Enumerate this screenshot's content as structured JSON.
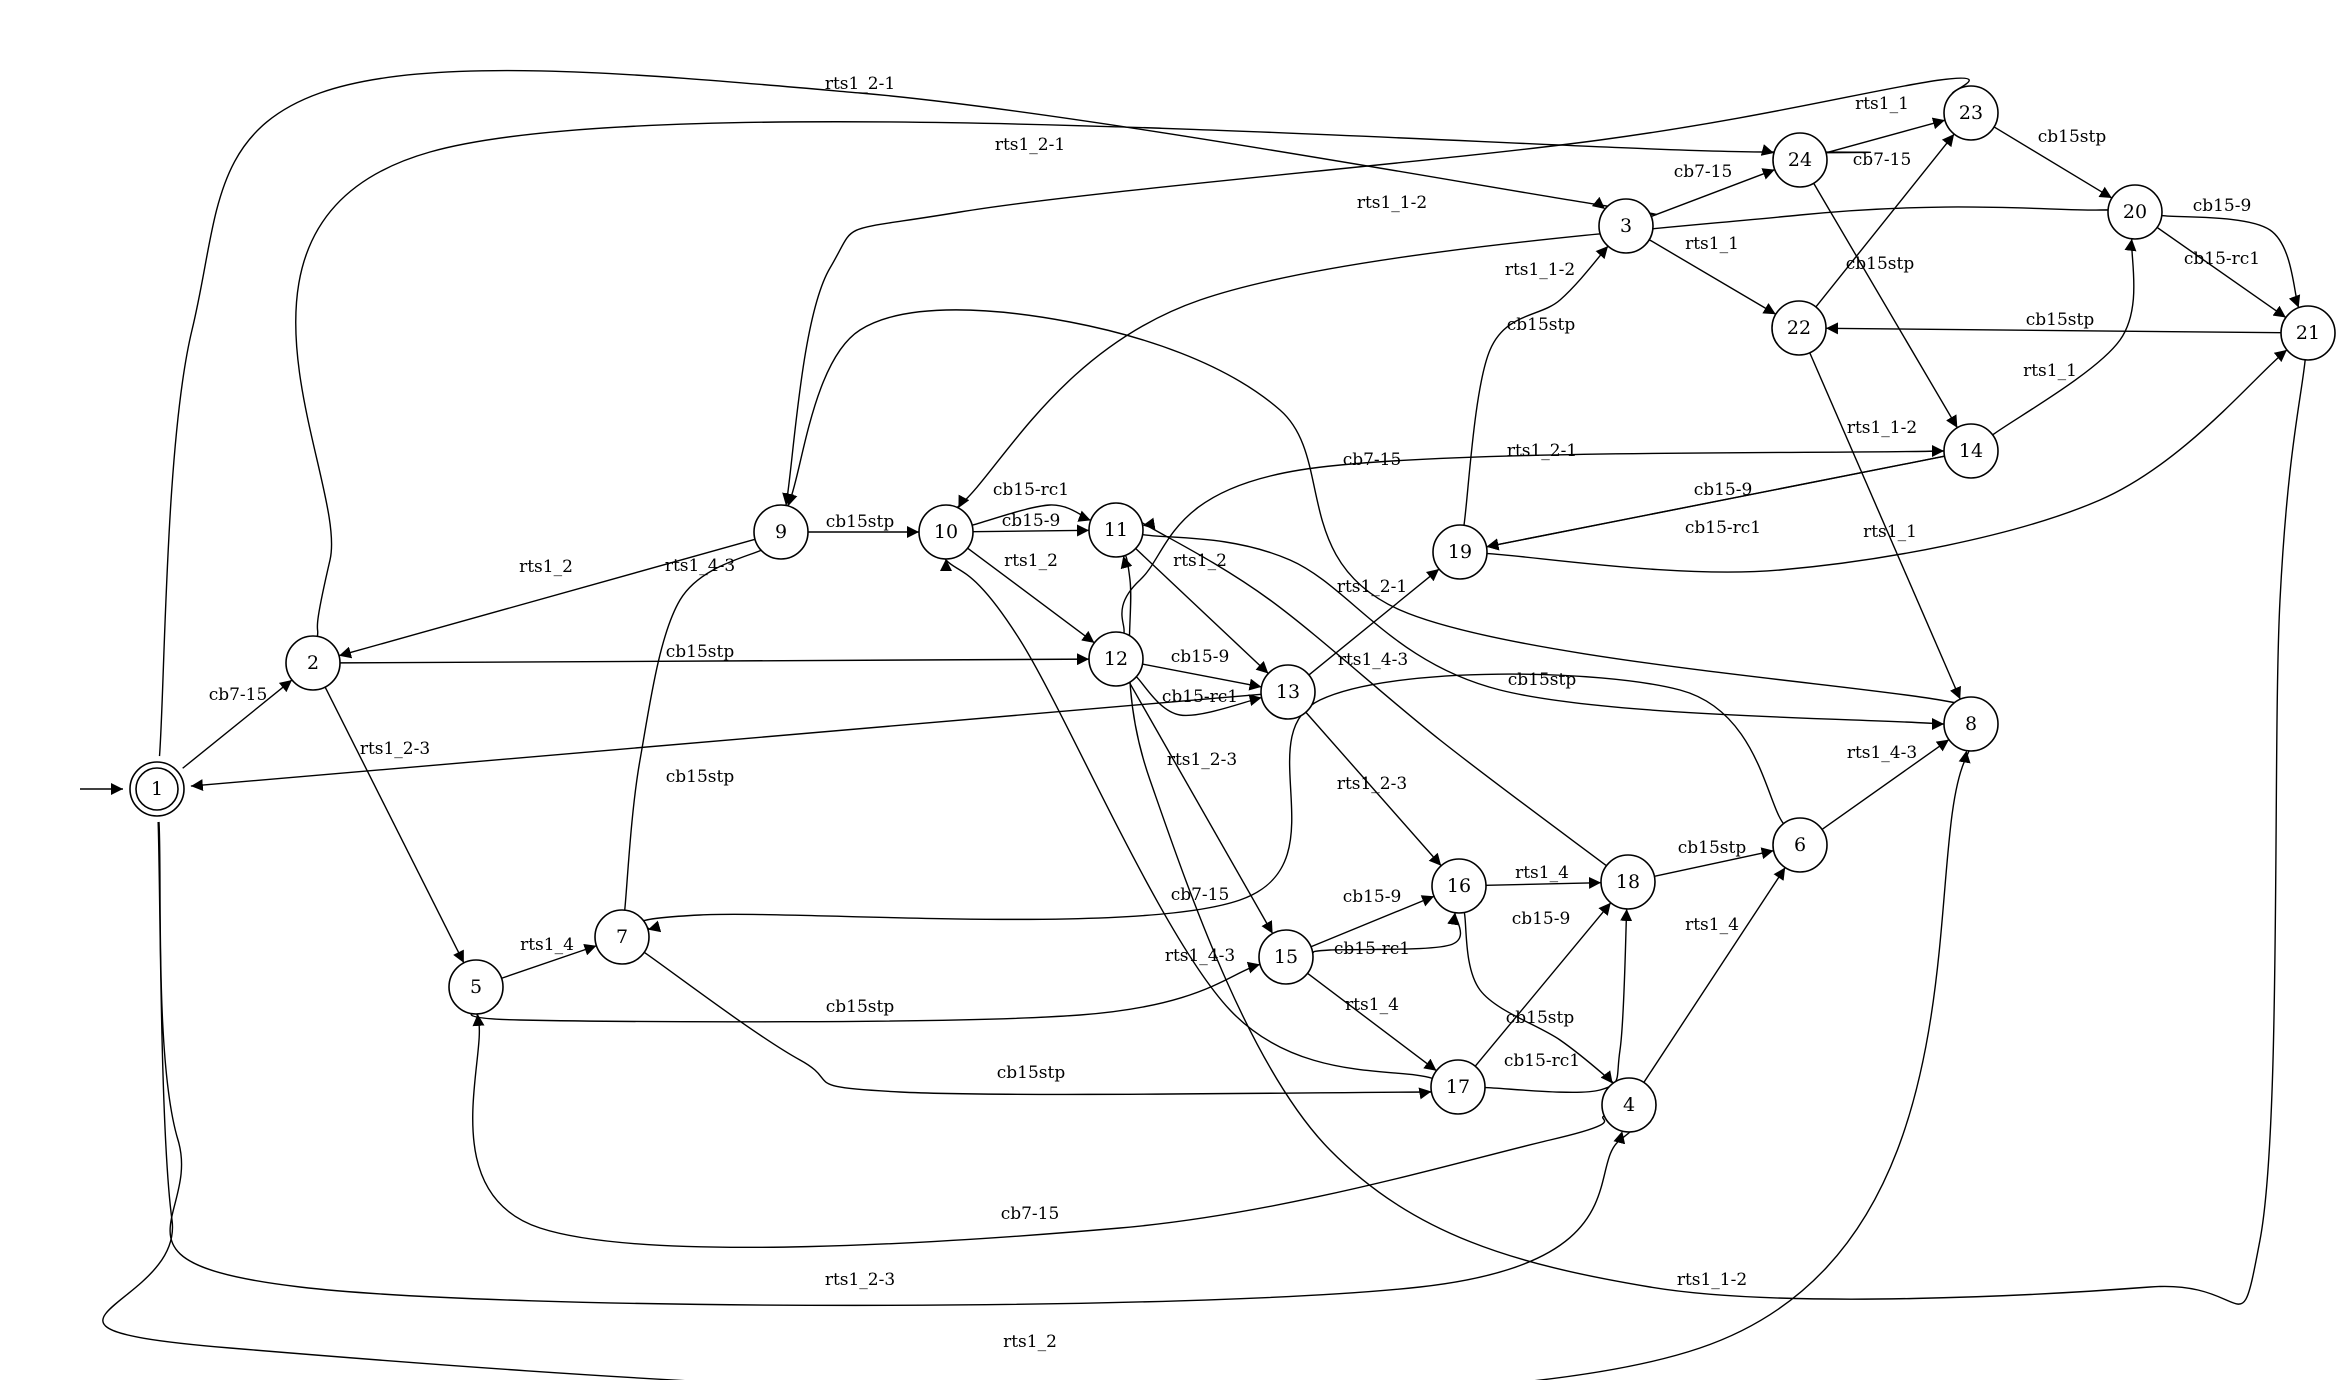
{
  "diagram": {
    "nodes": [
      {
        "id": "1",
        "label": "1",
        "accepting": true
      },
      {
        "id": "2",
        "label": "2"
      },
      {
        "id": "3",
        "label": "3"
      },
      {
        "id": "4",
        "label": "4"
      },
      {
        "id": "5",
        "label": "5"
      },
      {
        "id": "6",
        "label": "6"
      },
      {
        "id": "7",
        "label": "7"
      },
      {
        "id": "8",
        "label": "8"
      },
      {
        "id": "9",
        "label": "9"
      },
      {
        "id": "10",
        "label": "10"
      },
      {
        "id": "11",
        "label": "11"
      },
      {
        "id": "12",
        "label": "12"
      },
      {
        "id": "13",
        "label": "13"
      },
      {
        "id": "14",
        "label": "14"
      },
      {
        "id": "15",
        "label": "15"
      },
      {
        "id": "16",
        "label": "16"
      },
      {
        "id": "17",
        "label": "17"
      },
      {
        "id": "18",
        "label": "18"
      },
      {
        "id": "19",
        "label": "19"
      },
      {
        "id": "20",
        "label": "20"
      },
      {
        "id": "21",
        "label": "21"
      },
      {
        "id": "22",
        "label": "22"
      },
      {
        "id": "23",
        "label": "23"
      },
      {
        "id": "24",
        "label": "24"
      }
    ],
    "edges": [
      {
        "from": "start",
        "to": "1",
        "label": ""
      },
      {
        "from": "1",
        "to": "2",
        "label": "cb7-15"
      },
      {
        "from": "1",
        "to": "3",
        "label": "rts1_2-1"
      },
      {
        "from": "1",
        "to": "4",
        "label": "rts1_2-3"
      },
      {
        "from": "1",
        "to": "8",
        "label": "rts1_2"
      },
      {
        "from": "2",
        "to": "24",
        "label": "rts1_2-1"
      },
      {
        "from": "2",
        "to": "12",
        "label": "cb15stp"
      },
      {
        "from": "2",
        "to": "5",
        "label": "rts1_2-3"
      },
      {
        "from": "9",
        "to": "2",
        "label": "rts1_2"
      },
      {
        "from": "9",
        "to": "10",
        "label": "cb15stp"
      },
      {
        "from": "23",
        "to": "9",
        "label": "rts1_1-2"
      },
      {
        "from": "8",
        "to": "9",
        "label": "cb7-15"
      },
      {
        "from": "7",
        "to": "9",
        "label": "rts1_4-3"
      },
      {
        "from": "10",
        "to": "11",
        "label": "cb15-rc1"
      },
      {
        "from": "10",
        "to": "11",
        "label": "cb15-9"
      },
      {
        "from": "10",
        "to": "12",
        "label": "rts1_2"
      },
      {
        "from": "20",
        "to": "10",
        "label": "rts1_1-2"
      },
      {
        "from": "17",
        "to": "10",
        "label": "rts1_4-3"
      },
      {
        "from": "11",
        "to": "13",
        "label": "rts1_2"
      },
      {
        "from": "11",
        "to": "8",
        "label": "cb15stp"
      },
      {
        "from": "18",
        "to": "11",
        "label": "rts1_4-3"
      },
      {
        "from": "21",
        "to": "11",
        "label": "rts1_1-2"
      },
      {
        "from": "12",
        "to": "13",
        "label": "cb15-9"
      },
      {
        "from": "12",
        "to": "13",
        "label": "cb15-rc1"
      },
      {
        "from": "12",
        "to": "14",
        "label": "rts1_2-1"
      },
      {
        "from": "12",
        "to": "15",
        "label": "rts1_2-3"
      },
      {
        "from": "13",
        "to": "1",
        "label": "cb15stp"
      },
      {
        "from": "13",
        "to": "19",
        "label": "rts1_2-1"
      },
      {
        "from": "13",
        "to": "16",
        "label": "rts1_2-3"
      },
      {
        "from": "3",
        "to": "24",
        "label": "cb7-15"
      },
      {
        "from": "3",
        "to": "22",
        "label": "rts1_1"
      },
      {
        "from": "24",
        "to": "23",
        "label": "rts1_1"
      },
      {
        "from": "24",
        "to": "14",
        "label": "cb15stp"
      },
      {
        "from": "22",
        "to": "23",
        "label": "cb7-15"
      },
      {
        "from": "22",
        "to": "8",
        "label": "rts1_1-2"
      },
      {
        "from": "23",
        "to": "20",
        "label": "cb15stp"
      },
      {
        "from": "20",
        "to": "21",
        "label": "cb15-9"
      },
      {
        "from": "20",
        "to": "21",
        "label": "cb15-rc1"
      },
      {
        "from": "21",
        "to": "22",
        "label": "cb15stp"
      },
      {
        "from": "14",
        "to": "20",
        "label": "rts1_1"
      },
      {
        "from": "14",
        "to": "19",
        "label": "cb15-9"
      },
      {
        "from": "14",
        "to": "19",
        "label": "cb15-rc1"
      },
      {
        "from": "19",
        "to": "3",
        "label": "cb15stp"
      },
      {
        "from": "19",
        "to": "21",
        "label": "rts1_1"
      },
      {
        "from": "6",
        "to": "8",
        "label": "rts1_4-3"
      },
      {
        "from": "6",
        "to": "7",
        "label": "cb7-15"
      },
      {
        "from": "5",
        "to": "7",
        "label": "rts1_4"
      },
      {
        "from": "5",
        "to": "15",
        "label": "cb15stp"
      },
      {
        "from": "7",
        "to": "17",
        "label": "cb15stp"
      },
      {
        "from": "15",
        "to": "16",
        "label": "cb15-9"
      },
      {
        "from": "15",
        "to": "16",
        "label": "cb15-rc1"
      },
      {
        "from": "15",
        "to": "17",
        "label": "rts1_4"
      },
      {
        "from": "16",
        "to": "18",
        "label": "rts1_4"
      },
      {
        "from": "16",
        "to": "4",
        "label": "cb15stp"
      },
      {
        "from": "17",
        "to": "18",
        "label": "cb15-9"
      },
      {
        "from": "17",
        "to": "18",
        "label": "cb15-rc1"
      },
      {
        "from": "18",
        "to": "6",
        "label": "cb15stp"
      },
      {
        "from": "4",
        "to": "6",
        "label": "rts1_4"
      },
      {
        "from": "4",
        "to": "5",
        "label": "cb7-15"
      }
    ]
  }
}
